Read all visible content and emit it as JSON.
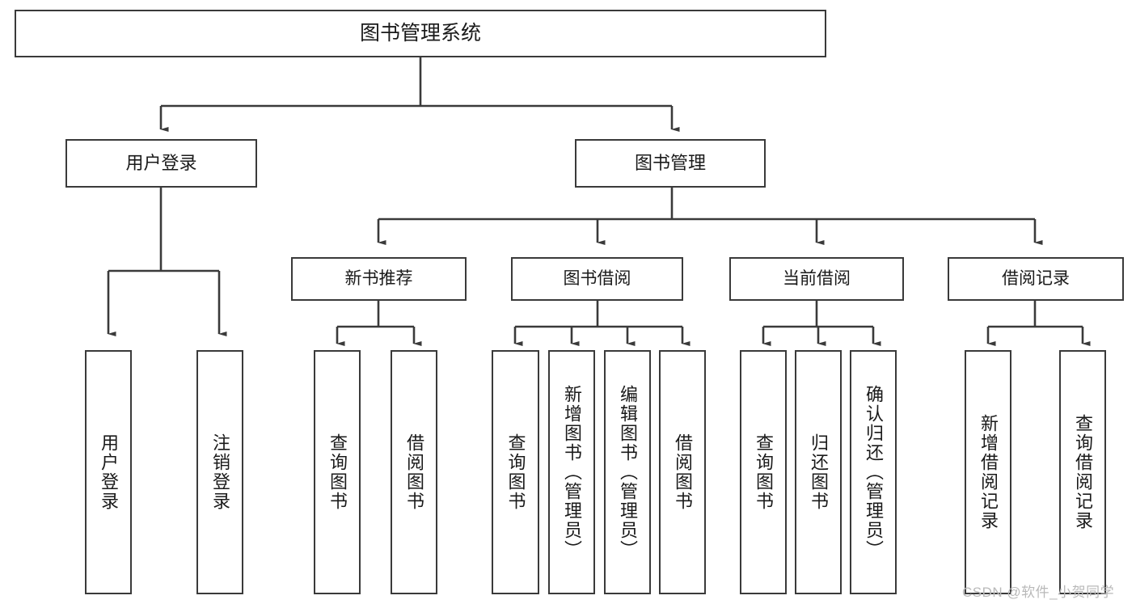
{
  "diagram": {
    "title": "图书管理系统",
    "type": "hierarchy-tree",
    "watermark": "CSDN @软件_小贺同学",
    "colors": {
      "stroke": "#3a3a3a",
      "fill": "#ffffff",
      "text": "#1a1a1a",
      "watermark": "#b9b9b9"
    },
    "root": {
      "label": "图书管理系统"
    },
    "level2": [
      {
        "label": "用户登录"
      },
      {
        "label": "图书管理"
      }
    ],
    "level3": [
      {
        "label": "新书推荐"
      },
      {
        "label": "图书借阅"
      },
      {
        "label": "当前借阅"
      },
      {
        "label": "借阅记录"
      }
    ],
    "leaves": {
      "user_login": [
        {
          "label": "用户登录"
        },
        {
          "label": "注销登录"
        }
      ],
      "new_book_recommend": [
        {
          "label": "查询图书"
        },
        {
          "label": "借阅图书"
        }
      ],
      "book_borrow": [
        {
          "label": "查询图书"
        },
        {
          "label": "新增图书（管理员）"
        },
        {
          "label": "编辑图书（管理员）"
        },
        {
          "label": "借阅图书"
        }
      ],
      "current_borrow": [
        {
          "label": "查询图书"
        },
        {
          "label": "归还图书"
        },
        {
          "label": "确认归还（管理员）"
        }
      ],
      "borrow_records": [
        {
          "label": "新增借阅记录"
        },
        {
          "label": "查询借阅记录"
        }
      ]
    }
  }
}
